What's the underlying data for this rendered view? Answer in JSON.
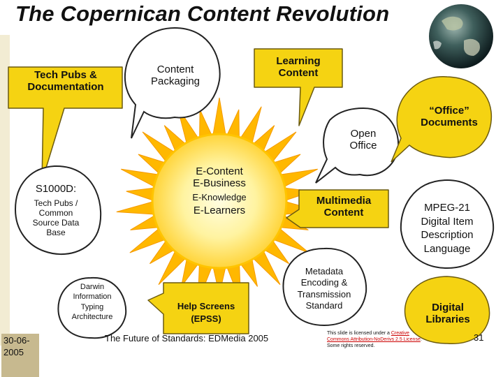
{
  "slide": {
    "title": "The Copernican Content Revolution",
    "footer": {
      "date_line1": "30-06-",
      "date_line2": "2005",
      "center": "The Future of Standards: EDMedia 2005",
      "license_prefix": "This slide is licensed under a ",
      "license_link": "Creative Commons Attribution-NoDerivs 2.5 License",
      "license_suffix": ". Some rights reserved.",
      "page_number": "31"
    }
  },
  "sun": {
    "line1": "E-Content",
    "line2": "E-Business",
    "line3": "E-Knowledge",
    "line4": "E-Learners"
  },
  "bubbles": {
    "tech_pubs": {
      "line1": "Tech Pubs &",
      "line2": "Documentation"
    },
    "content_packaging": {
      "line1": "Content",
      "line2": "Packaging"
    },
    "learning_content": {
      "line1": "Learning",
      "line2": "Content"
    },
    "open_office": {
      "line1": "Open",
      "line2": "Office"
    },
    "office_documents": {
      "line1": "“Office”",
      "line2": "Documents"
    },
    "s1000d": {
      "heading": "S1000D:",
      "line1": "Tech Pubs /",
      "line2": "Common",
      "line3": "Source Data",
      "line4": "Base"
    },
    "multimedia": {
      "line1": "Multimedia",
      "line2": "Content"
    },
    "mpeg21": {
      "line1": "MPEG-21",
      "line2": "Digital Item",
      "line3": "Description",
      "line4": "Language"
    },
    "darwin": {
      "line1": "Darwin",
      "line2": "Information",
      "line3": "Typing",
      "line4": "Architecture"
    },
    "help_screens": {
      "line1": "Help Screens",
      "line2": "(EPSS)"
    },
    "metadata": {
      "line1": "Metadata",
      "line2": "Encoding &",
      "line3": "Transmission",
      "line4": "Standard"
    },
    "digital_libraries": {
      "line1": "Digital",
      "line2": "Libraries"
    }
  },
  "colors": {
    "bubble_fill": "#f2ecd3",
    "callout_fill": "#f5d312",
    "sun_core": "#fff6b0",
    "sun_rays": "#ffb800",
    "globe_ocean": "#2b4a4a"
  }
}
